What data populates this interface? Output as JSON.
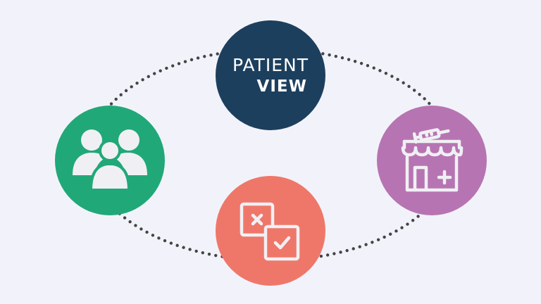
{
  "logo": {
    "line1": "PATIENT",
    "line2": "VIEW"
  },
  "colors": {
    "background": "#f2f3fa",
    "center_node": "#1d3f5e",
    "patients_node": "#21a878",
    "pharmacy_node": "#b774b2",
    "decisions_node": "#ef776a",
    "icon_stroke": "#f0f0f4",
    "dots": "#444444"
  },
  "nodes": [
    {
      "id": "patient-view",
      "icon": "patient-view-logo"
    },
    {
      "id": "patients",
      "icon": "people-group-icon"
    },
    {
      "id": "pharmacy",
      "icon": "pharmacy-store-icon"
    },
    {
      "id": "decisions",
      "icon": "cross-check-boxes-icon"
    }
  ]
}
